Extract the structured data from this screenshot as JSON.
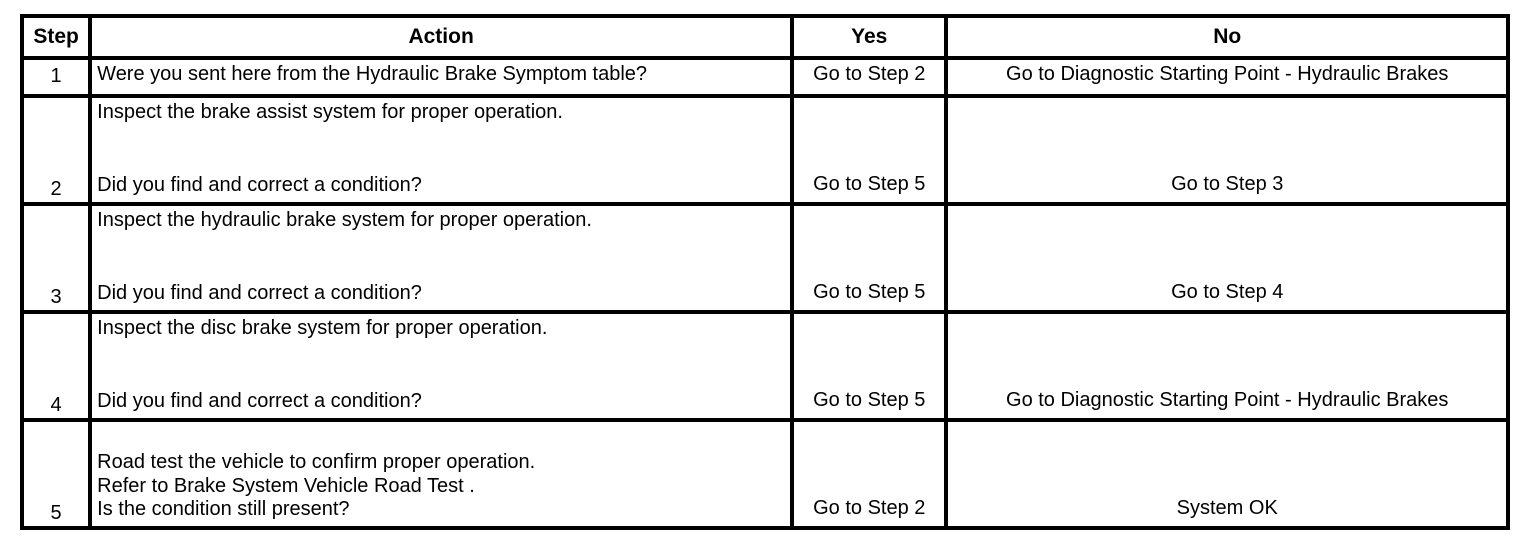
{
  "table": {
    "headers": {
      "step": "Step",
      "action": "Action",
      "yes": "Yes",
      "no": "No"
    },
    "rows": [
      {
        "step": "1",
        "action_lines": [
          "Were you sent here from the Hydraulic Brake Symptom table?"
        ],
        "layout": "single",
        "yes": "Go to Step 2",
        "no": "Go to Diagnostic Starting Point - Hydraulic Brakes"
      },
      {
        "step": "2",
        "action_lines": [
          "Inspect the brake assist system for proper operation.",
          "Did you find and correct a condition?"
        ],
        "layout": "split",
        "yes": "Go to Step 5",
        "no": "Go to Step 3"
      },
      {
        "step": "3",
        "action_lines": [
          "Inspect the hydraulic brake system for proper operation.",
          "Did you find and correct a condition?"
        ],
        "layout": "split",
        "yes": "Go to Step 5",
        "no": "Go to Step 4"
      },
      {
        "step": "4",
        "action_lines": [
          "Inspect the disc brake system for proper operation.",
          "Did you find and correct a condition?"
        ],
        "layout": "split",
        "yes": "Go to Step 5",
        "no": "Go to Diagnostic Starting Point - Hydraulic Brakes"
      },
      {
        "step": "5",
        "action_lines": [
          "Road test the vehicle to confirm proper operation.",
          "Refer to Brake System Vehicle Road Test .",
          "Is the condition still present?"
        ],
        "layout": "stacked",
        "yes": "Go to Step 2",
        "no": "System OK"
      }
    ]
  },
  "colors": {
    "border": "#000000",
    "background": "#ffffff",
    "text": "#000000"
  }
}
